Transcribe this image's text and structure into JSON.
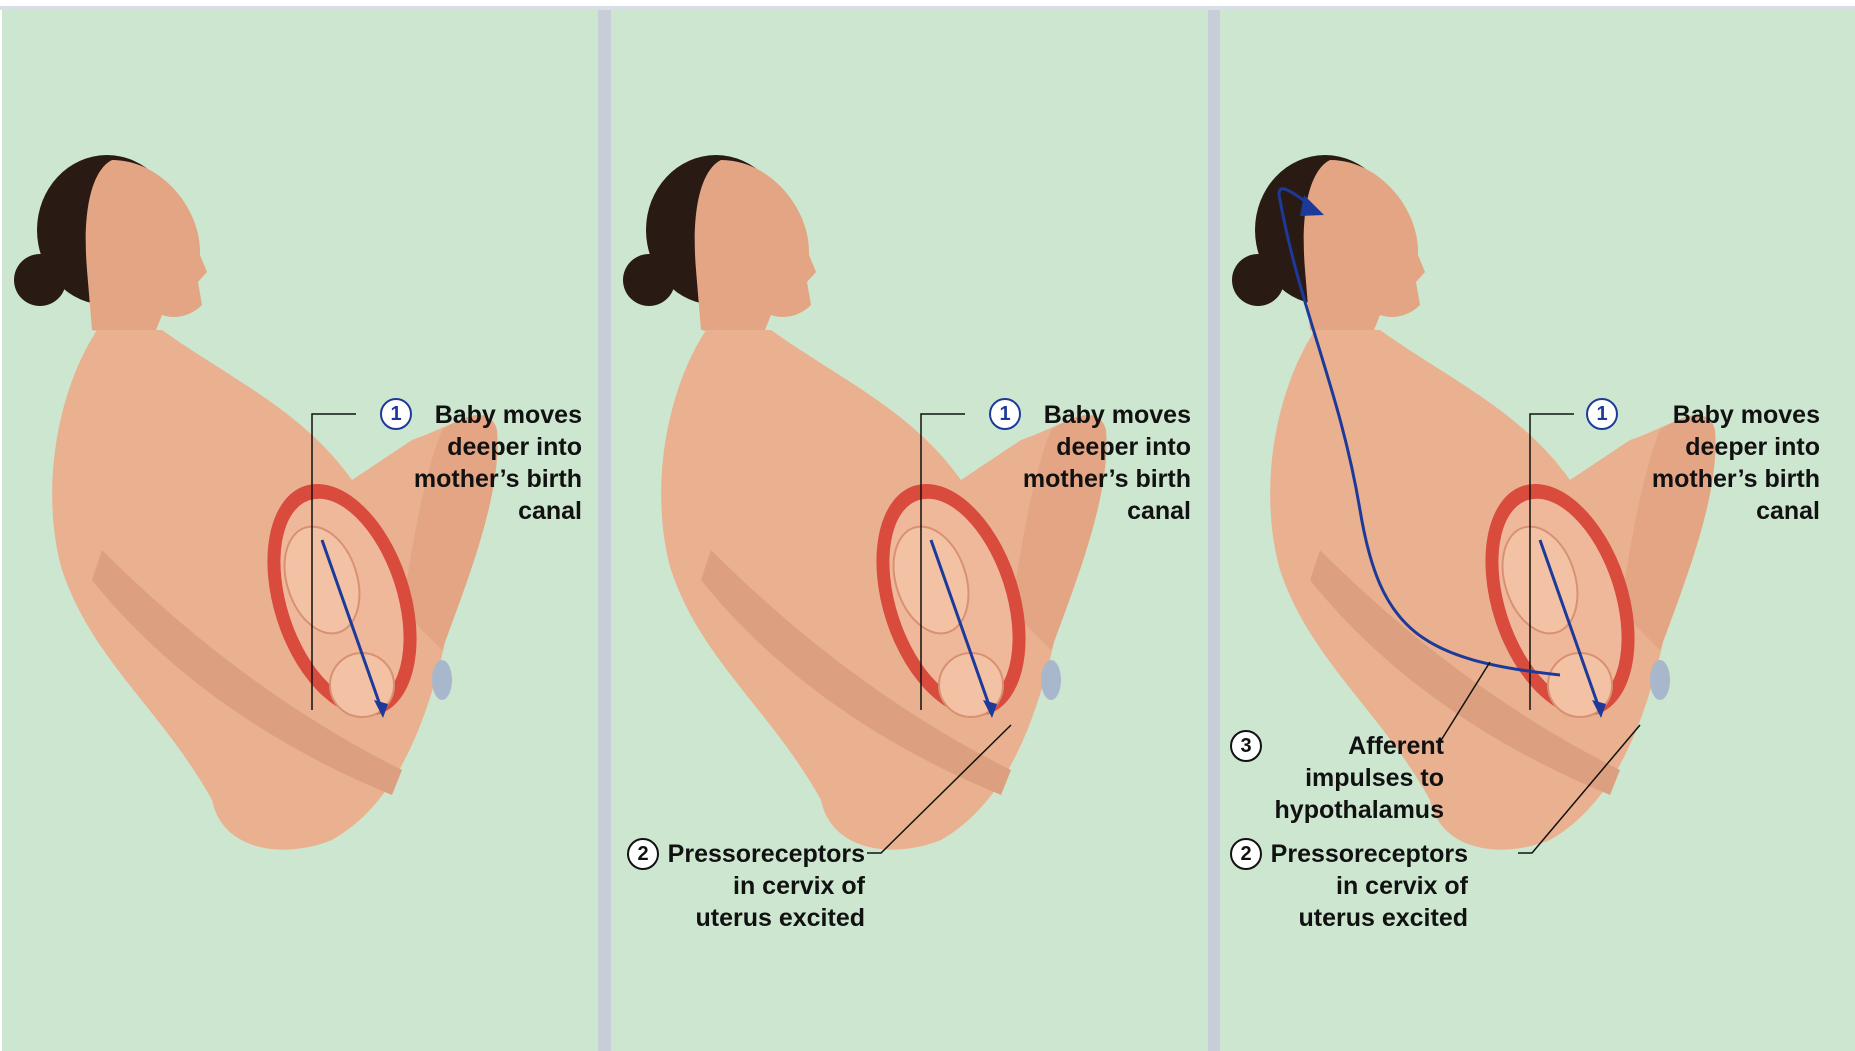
{
  "panels": [
    {
      "step1": {
        "number": "1",
        "lines": [
          "Baby moves",
          "deeper into",
          "mother’s birth",
          "canal"
        ]
      }
    },
    {
      "step1": {
        "number": "1",
        "lines": [
          "Baby moves",
          "deeper into",
          "mother’s birth",
          "canal"
        ]
      },
      "step2": {
        "number": "2",
        "lines": [
          "Pressoreceptors",
          "in cervix of",
          "uterus excited"
        ]
      }
    },
    {
      "step1": {
        "number": "1",
        "lines": [
          "Baby moves",
          "deeper into",
          "mother’s birth",
          "canal"
        ]
      },
      "step2": {
        "number": "2",
        "lines": [
          "Pressoreceptors",
          "in cervix of",
          "uterus excited"
        ]
      },
      "step3": {
        "number": "3",
        "lines": [
          "Afferent",
          "impulses to",
          "hypothalamus"
        ]
      }
    }
  ],
  "colors": {
    "panel_background": "#cde6d0",
    "skin": "#e9b190",
    "arrow": "#1d3a9a",
    "uterus": "#d94b3d"
  }
}
